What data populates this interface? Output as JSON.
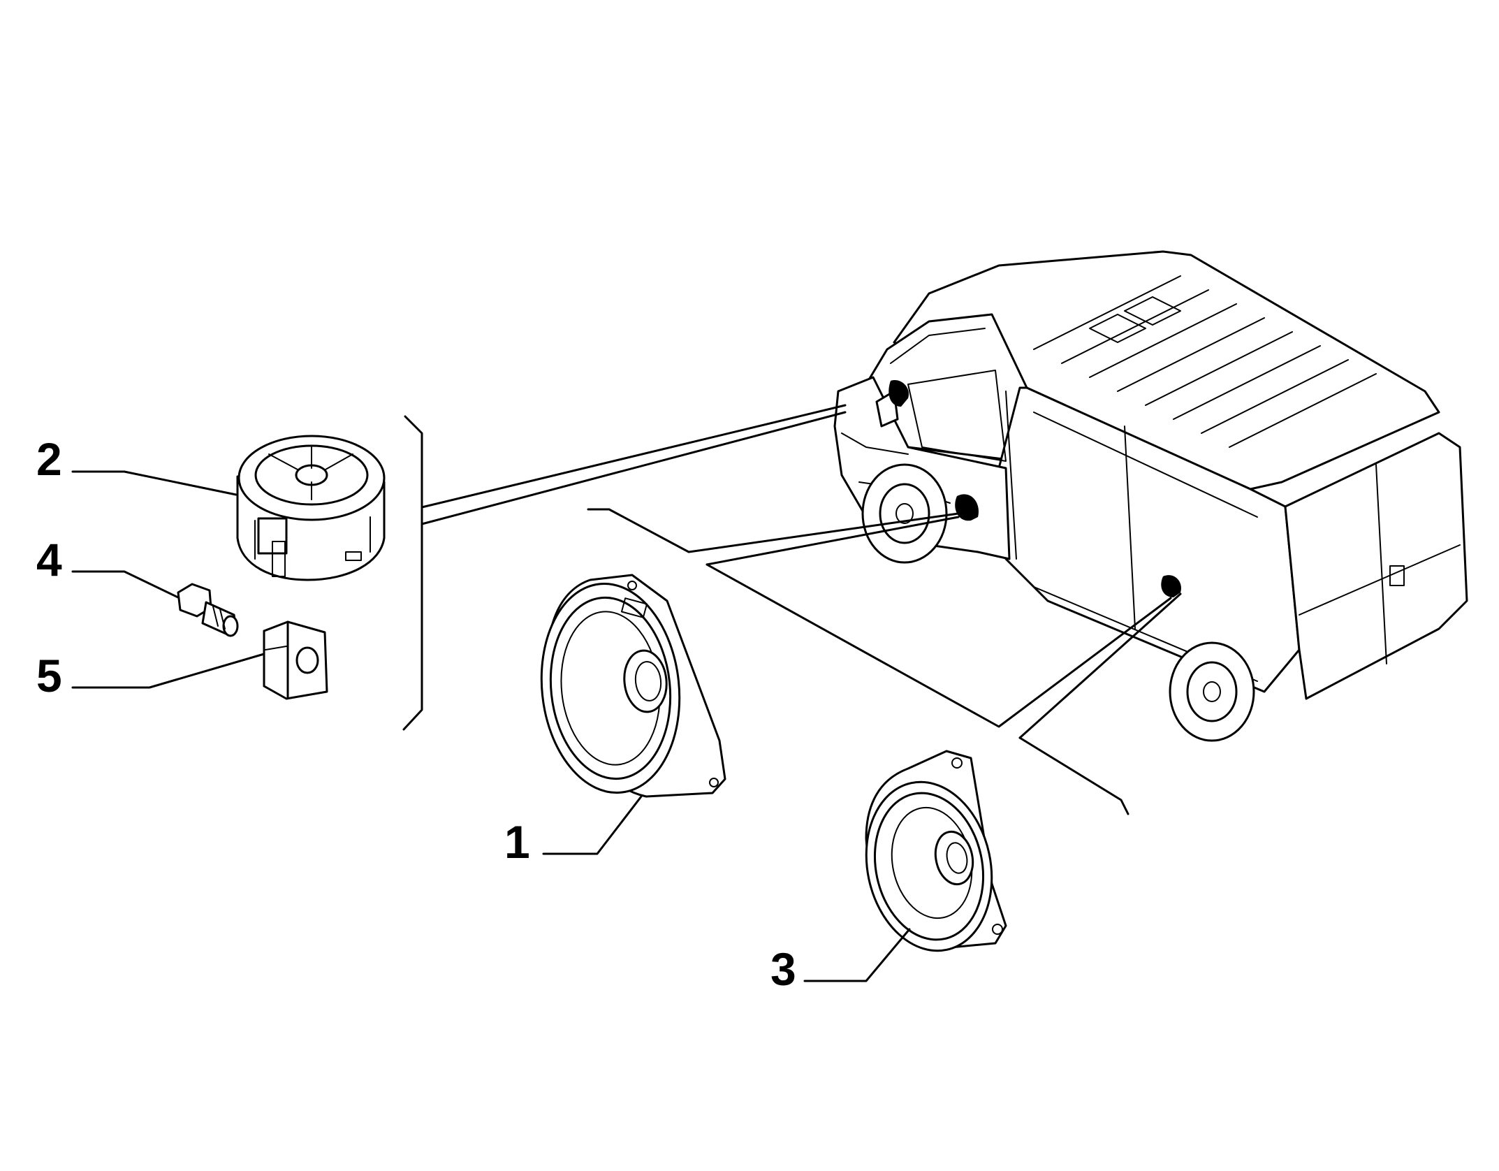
{
  "diagram": {
    "callouts": {
      "part_1": "1",
      "part_2": "2",
      "part_3": "3",
      "part_4": "4",
      "part_5": "5"
    },
    "colors": {
      "line": "#000000",
      "background": "#ffffff",
      "marker": "#000000"
    },
    "parts": [
      {
        "callout": "1",
        "icon": "front-door-speaker-icon"
      },
      {
        "callout": "2",
        "icon": "tweeter-speaker-icon"
      },
      {
        "callout": "3",
        "icon": "rear-speaker-icon"
      },
      {
        "callout": "4",
        "icon": "bolt-icon"
      },
      {
        "callout": "5",
        "icon": "clip-nut-icon"
      }
    ],
    "vehicle_icon": "cargo-van-icon"
  }
}
